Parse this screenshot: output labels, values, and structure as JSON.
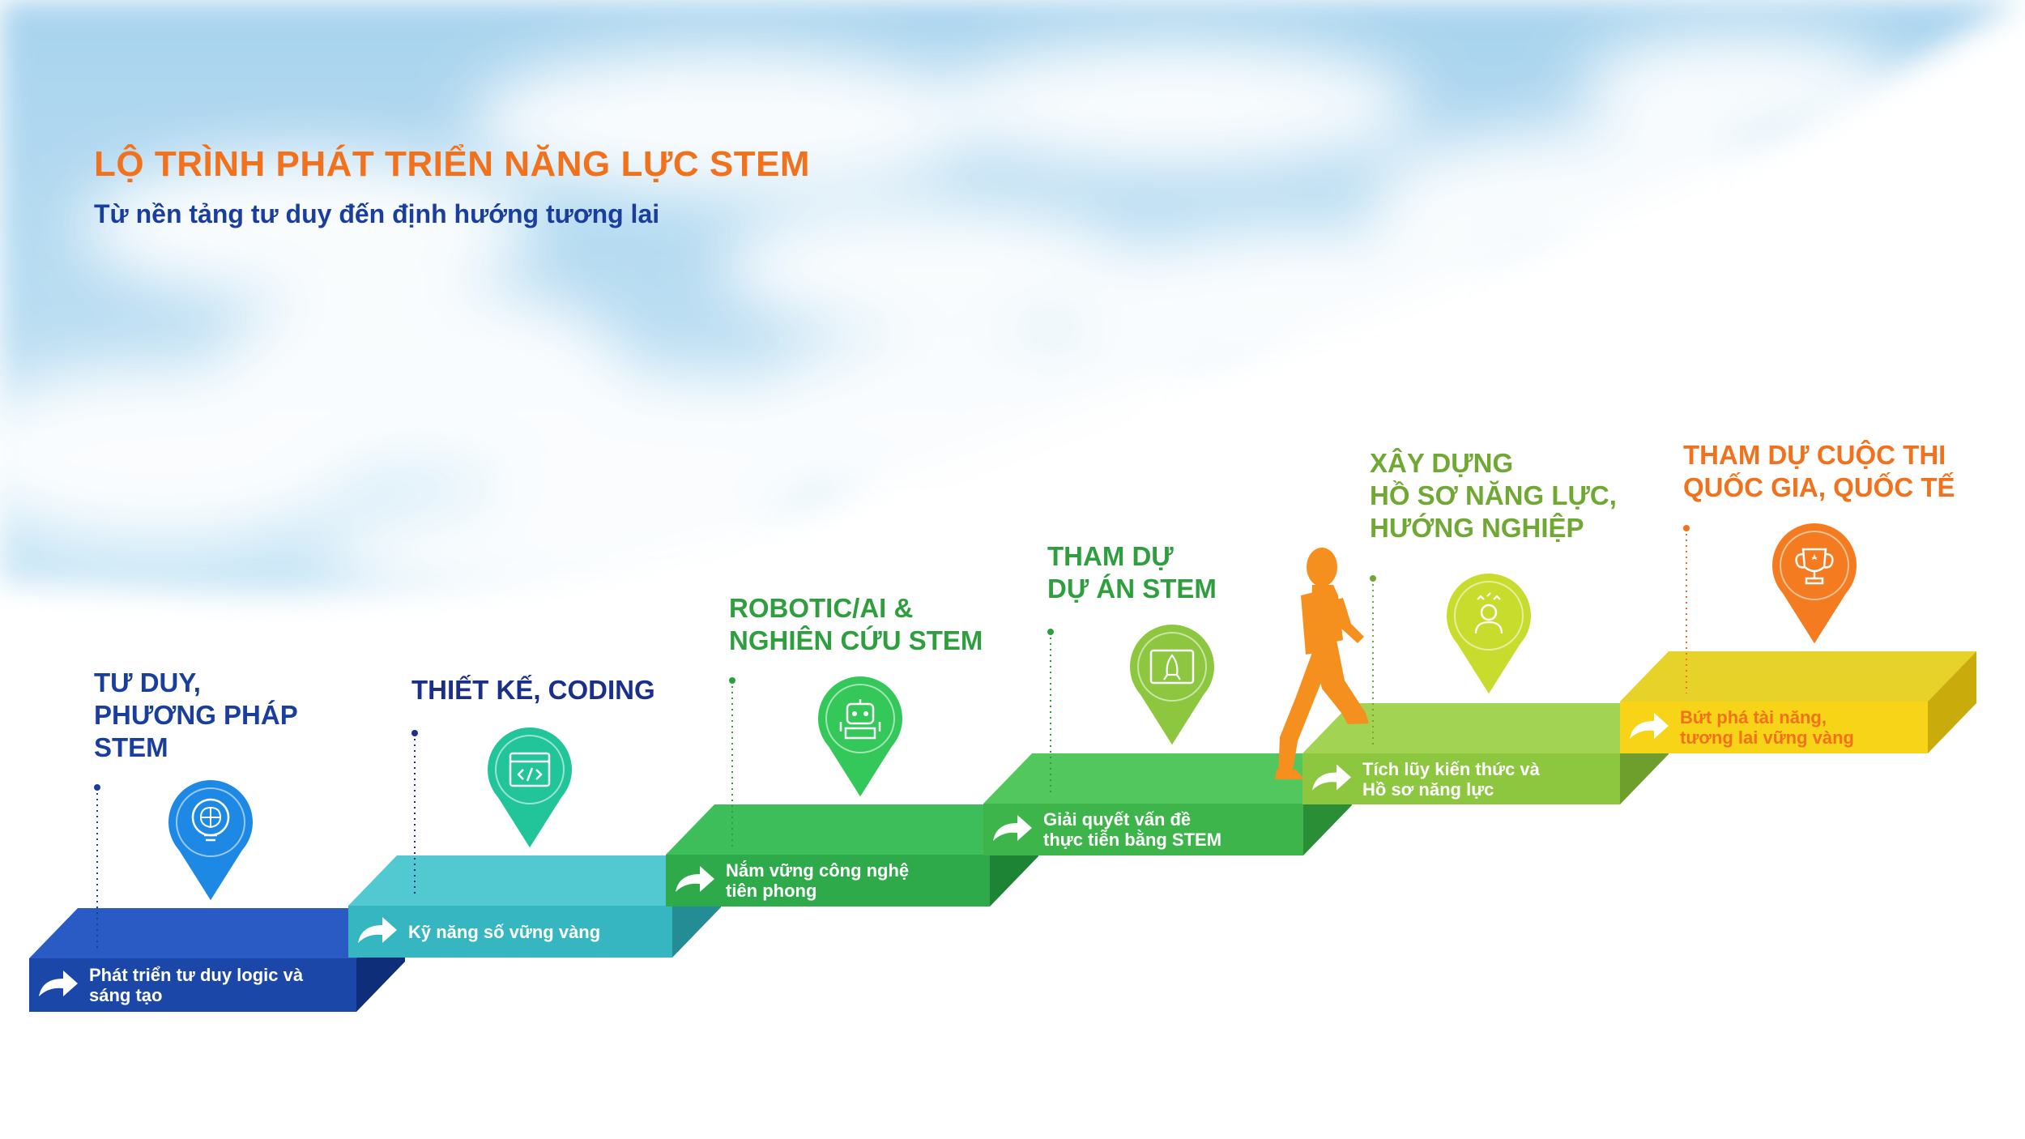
{
  "header": {
    "title": "LỘ TRÌNH PHÁT TRIỂN NĂNG LỰC STEM",
    "subtitle": "Từ nền tảng tư duy đến định hướng tương lai"
  },
  "colors": {
    "title": "#F2711C",
    "subtitle": "#1A3E9E",
    "sky": "#B9DCF1",
    "runner": "#F5901E"
  },
  "stages": [
    {
      "title": "TƯ DUY,\nPHƯƠNG PHÁP\nSTEM",
      "description": "Phát triển tư duy logic và\nsáng tạo",
      "icon": "brain-icon",
      "title_color": "#1A3E9E",
      "step_color": "#1B47A8",
      "step_dark": "#0F2E7A",
      "step_top": "#2A5BC4",
      "pin_color": "#1E88E5"
    },
    {
      "title": "THIẾT KẾ, CODING",
      "description": "Kỹ năng số vững vàng",
      "icon": "code-window-icon",
      "title_color": "#1A2E8C",
      "step_color": "#35B6C0",
      "step_dark": "#238C95",
      "step_top": "#52C9D1",
      "pin_color": "#22C49A"
    },
    {
      "title": "ROBOTIC/AI &\nNGHIÊN CỨU STEM",
      "description": "Nắm vững công nghệ\ntiên phong",
      "icon": "robot-icon",
      "title_color": "#2E9E3E",
      "step_color": "#2EAA4A",
      "step_dark": "#1E8435",
      "step_top": "#3DBE5A",
      "pin_color": "#34C759"
    },
    {
      "title": "THAM DỰ\nDỰ ÁN STEM",
      "description": "Giải quyết vấn đề\nthực tiễn bằng STEM",
      "icon": "rocket-screen-icon",
      "title_color": "#2E9E3E",
      "step_color": "#3DB54A",
      "step_dark": "#2A8E37",
      "step_top": "#52C75E",
      "pin_color": "#8DC63F"
    },
    {
      "title": "XÂY DỰNG\nHỒ SƠ NĂNG LỰC,\nHƯỚNG NGHIỆP",
      "description": "Tích lũy kiến thức và\nHồ sơ năng lực",
      "icon": "achiever-icon",
      "title_color": "#6FA832",
      "step_color": "#8DC63F",
      "step_dark": "#6E9F2C",
      "step_top": "#A2D353",
      "pin_color": "#C8DC2E"
    },
    {
      "title": "THAM DỰ CUỘC THI\nQUỐC GIA, QUỐC TẾ",
      "description": "Bứt phá tài năng,\ntương lai vững vàng",
      "icon": "trophy-icon",
      "title_color": "#F2711C",
      "step_color": "#F7D417",
      "step_dark": "#C9AC0C",
      "step_top": "#E7D22A",
      "pin_color": "#F47B20",
      "text_color": "#F2711C"
    }
  ]
}
